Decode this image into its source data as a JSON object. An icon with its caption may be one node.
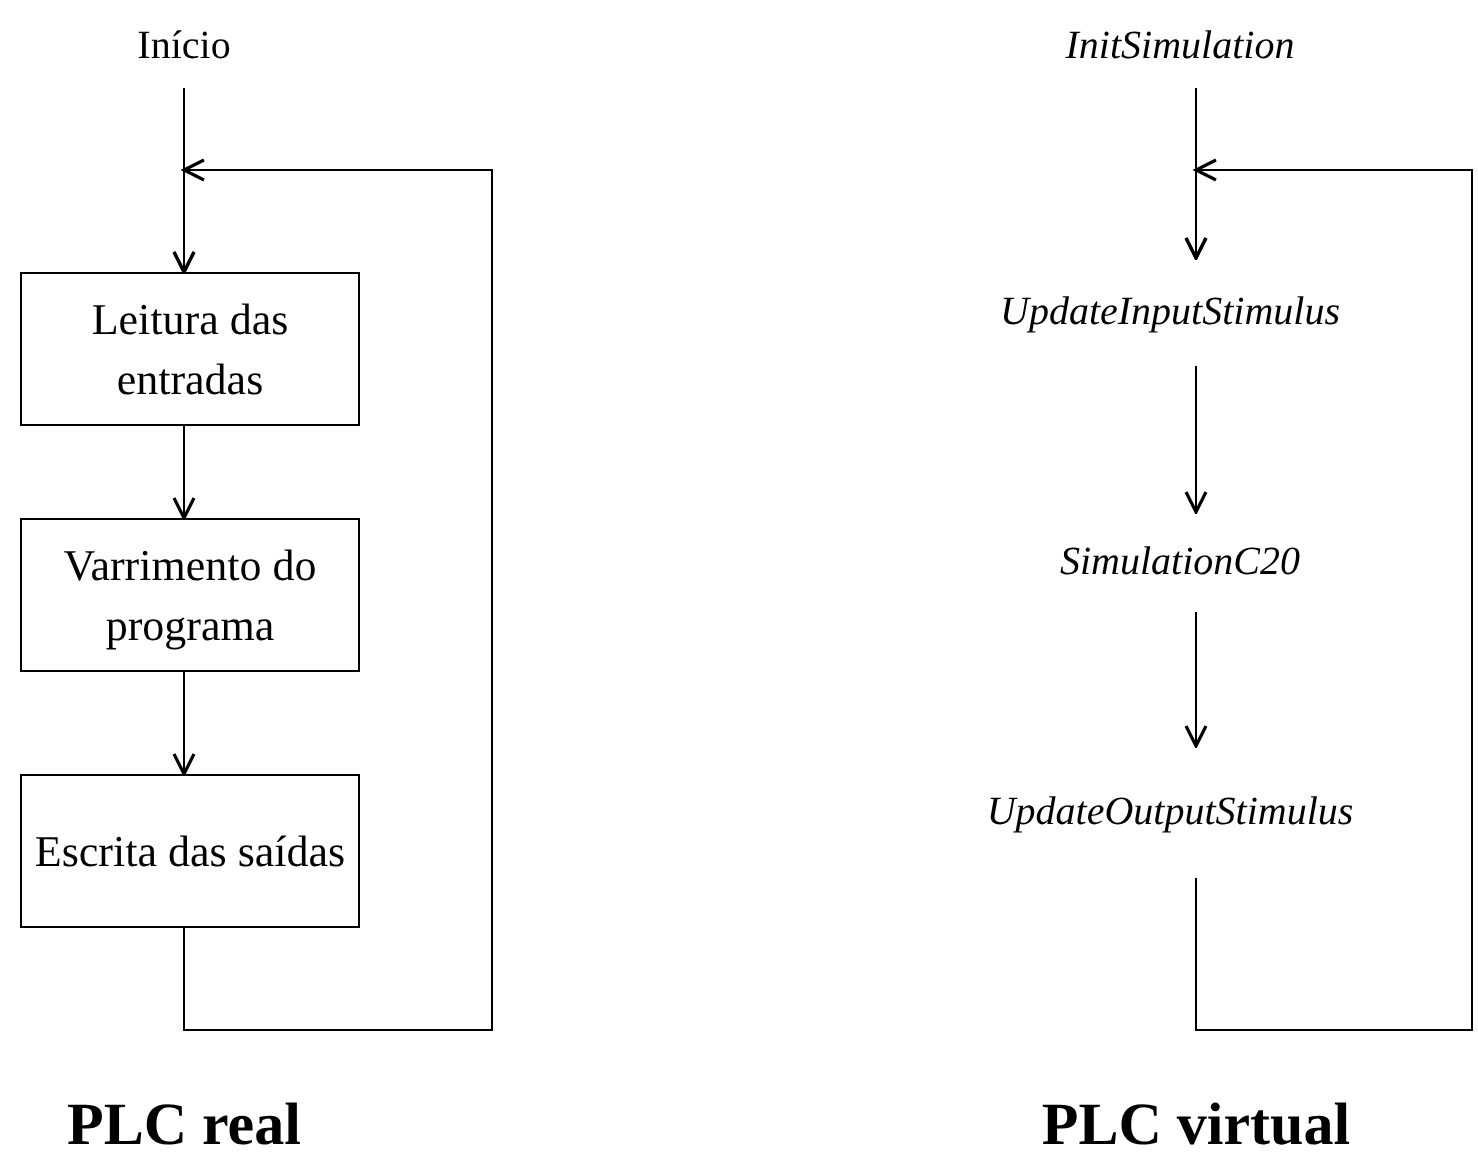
{
  "diagram": {
    "nodes": [
      {
        "text": [
          "Início"
        ]
      },
      {
        "text": [
          "Leitura das entradas"
        ]
      },
      {
        "text": [
          "Varrimento do programa"
        ]
      },
      {
        "text": [
          "Escrita das saídas"
        ]
      },
      {
        "text": [
          "InitSimulation"
        ]
      },
      {
        "text": [
          "UpdateInputStimulus"
        ]
      },
      {
        "text": [
          "SimulationC20"
        ]
      },
      {
        "text": [
          "UpdateOutputStimulus"
        ]
      }
    ],
    "edges": [
      {
        "from": 0,
        "to": 1,
        "arrow": "to"
      },
      {
        "from": 1,
        "to": 2,
        "arrow": "to"
      },
      {
        "from": 2,
        "to": 3,
        "arrow": "to"
      },
      {
        "from": 3,
        "to": 1,
        "arrow": "to"
      },
      {
        "from": 4,
        "to": 5,
        "arrow": "to"
      },
      {
        "from": 5,
        "to": 6,
        "arrow": "to"
      },
      {
        "from": 6,
        "to": 7,
        "arrow": "to"
      },
      {
        "from": 7,
        "to": 5,
        "arrow": "to"
      }
    ],
    "labels": [
      "PLC real",
      "PLC virtual"
    ]
  }
}
